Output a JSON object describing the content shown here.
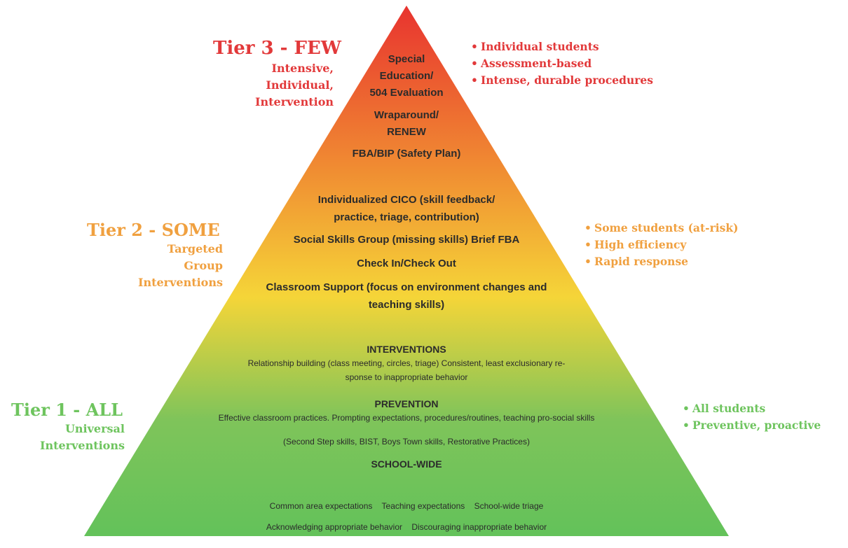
{
  "colors": {
    "tier3": "#e2393a",
    "tier2": "#f0a03f",
    "tier1": "#6ec45e",
    "pyramid_top": "#e8332f",
    "pyramid_upper": "#f08a32",
    "pyramid_middle": "#f5d538",
    "pyramid_lower": "#7fc45a",
    "pyramid_bottom": "#63c25a"
  },
  "tiers": {
    "tier3": {
      "title": "Tier 3 - FEW",
      "subtitle": [
        "Intensive,",
        "Individual,",
        "Intervention"
      ],
      "bullets": [
        "Individual students",
        "Assessment-based",
        "Intense, durable procedures"
      ],
      "items": [
        [
          "Special",
          "Education/",
          "504 Evaluation"
        ],
        [
          "Wraparound/",
          "RENEW"
        ],
        [
          "FBA/BIP (Safety Plan)"
        ]
      ]
    },
    "tier2": {
      "title": "Tier 2 - SOME",
      "subtitle": [
        "Targeted",
        "Group",
        "Interventions"
      ],
      "bullets": [
        "Some students (at-risk)",
        "High efficiency",
        "Rapid response"
      ],
      "items": [
        [
          "Individualized CICO (skill feedback/",
          "practice, triage, contribution)"
        ],
        [
          "Social Skills Group (missing skills) Brief FBA"
        ],
        [
          "Check In/Check Out"
        ],
        [
          "Classroom Support (focus on environment changes and",
          "teaching skills)"
        ]
      ]
    },
    "tier1": {
      "title": "Tier 1 - ALL",
      "subtitle": [
        "Universal",
        "Interventions"
      ],
      "bullets": [
        "All students",
        "Preventive, proactive"
      ],
      "sections": {
        "interventions": {
          "heading": "INTERVENTIONS",
          "lines": [
            "Relationship building (class meeting, circles, triage) Consistent, least exclusionary re-",
            "sponse to inappropriate behavior"
          ]
        },
        "prevention": {
          "heading": "PREVENTION",
          "lines": [
            "Effective classroom practices. Prompting expectations, procedures/routines, teaching pro-social skills",
            "(Second Step skills, BIST, Boys Town skills, Restorative Practices)"
          ]
        },
        "schoolwide": {
          "heading": "SCHOOL-WIDE",
          "lines": [
            "Common area expectations    Teaching expectations    School-wide triage",
            "Acknowledging appropriate behavior    Discouraging inappropriate behavior"
          ]
        }
      }
    }
  }
}
